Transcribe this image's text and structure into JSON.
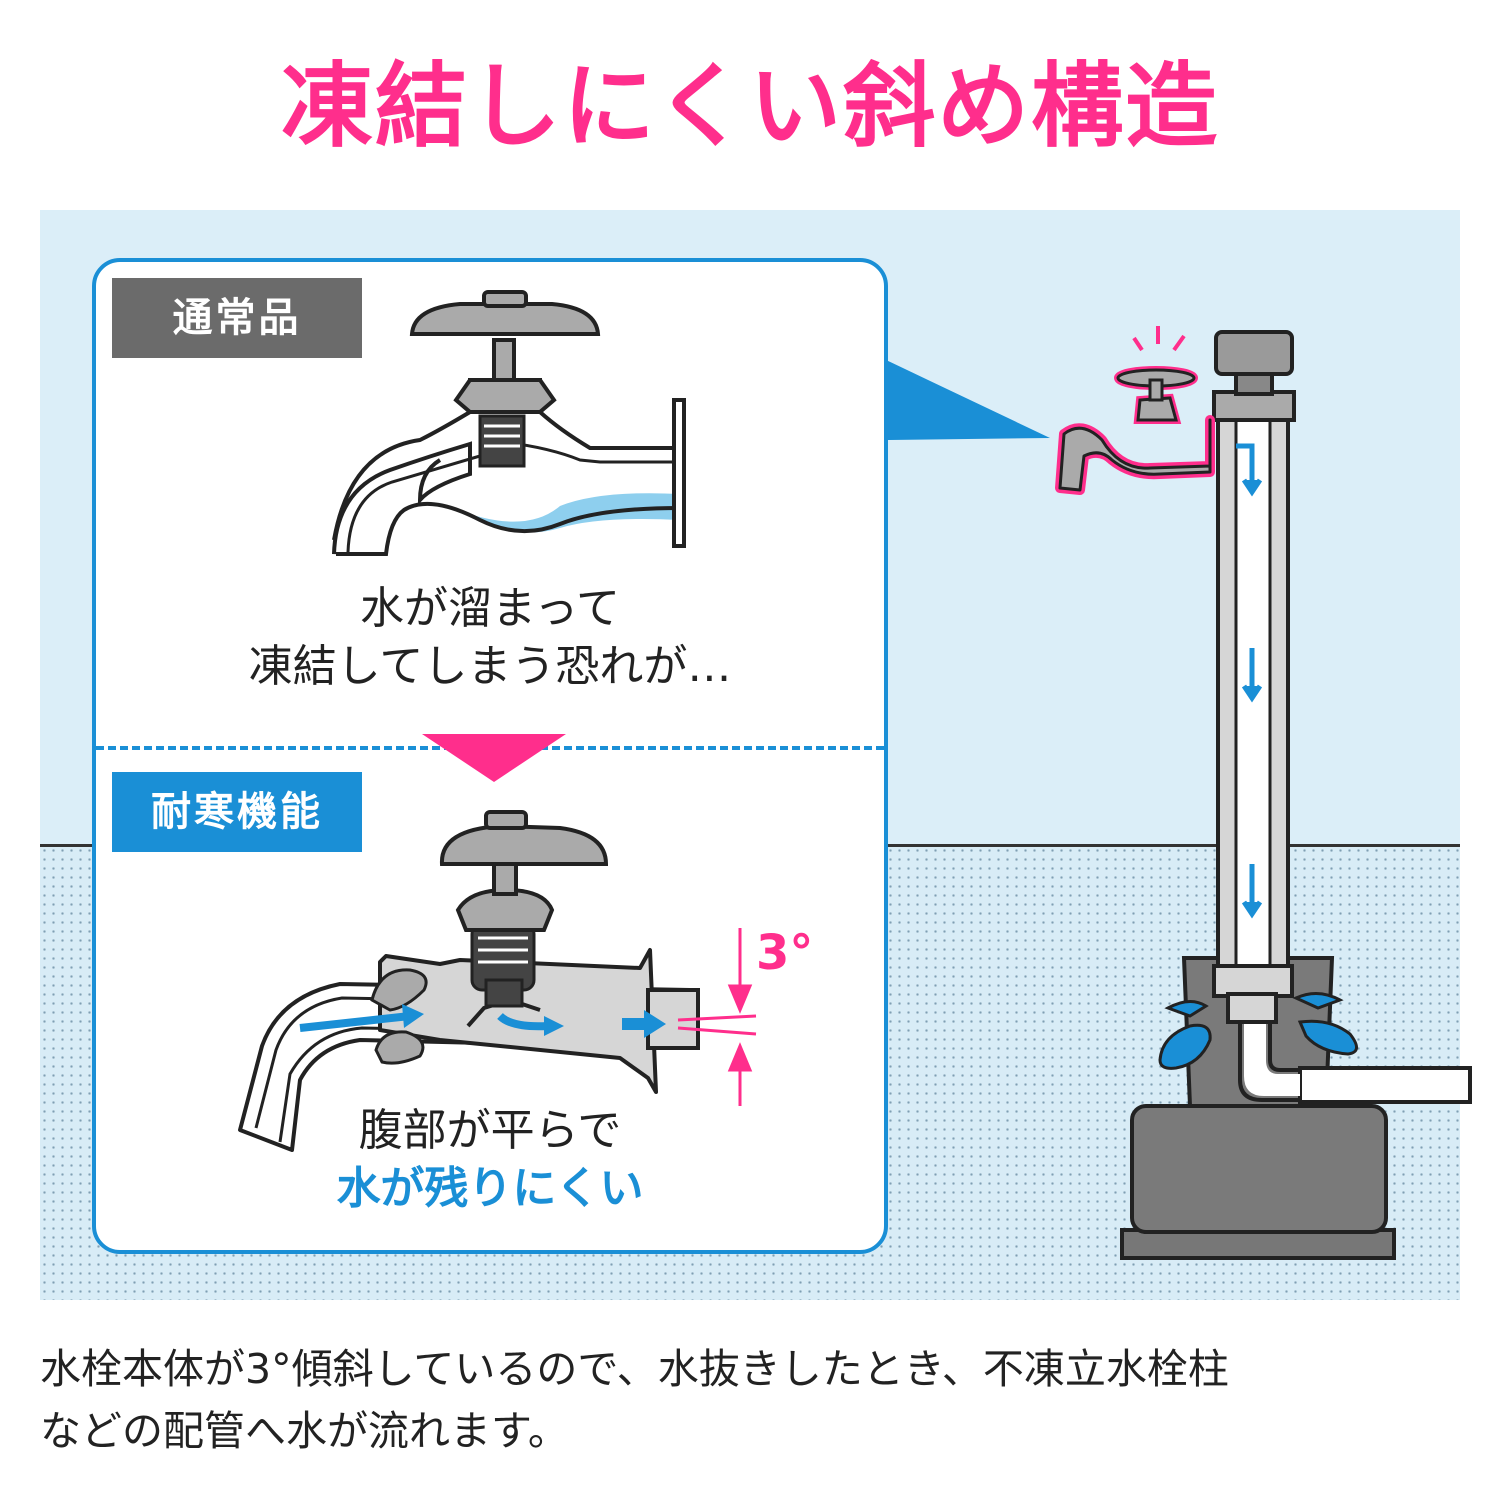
{
  "title": "凍結しにくい斜め構造",
  "normal": {
    "label": "通常品",
    "caption_line1": "水が溜まって",
    "caption_line2": "凍結してしまう恐れが…"
  },
  "cold": {
    "label": "耐寒機能",
    "caption_line1": "腹部が平らで",
    "caption_line2": "水が残りにくい",
    "angle_label": "3°"
  },
  "description_line1": "水栓本体が3°傾斜しているので、水抜きしたとき、不凍立水栓柱",
  "description_line2": "などの配管へ水が流れます。",
  "colors": {
    "title_pink": "#ff2e8c",
    "accent_blue": "#1a8fd6",
    "sky": "#dbeef8",
    "label_gray": "#6b6b6b"
  }
}
